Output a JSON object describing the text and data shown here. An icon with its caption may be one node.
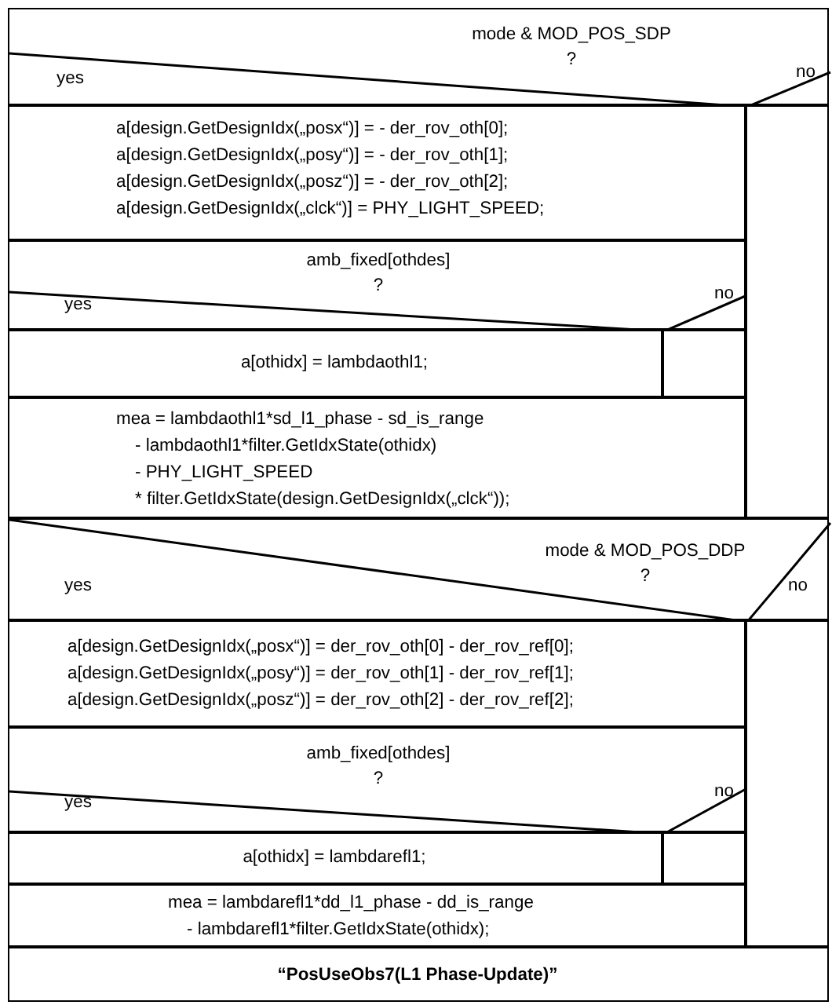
{
  "diagram": {
    "nodes": [
      {
        "text": [
          "mode & MOD_POS_SDP",
          "?",
          "yes",
          "no"
        ]
      },
      {
        "text": [
          "a[design.GetDesignIdx(„posx“)] = - der_rov_oth[0];",
          "a[design.GetDesignIdx(„posy“)] = - der_rov_oth[1];",
          "a[design.GetDesignIdx(„posz“)] = - der_rov_oth[2];",
          "a[design.GetDesignIdx(„clck“)] = PHY_LIGHT_SPEED;"
        ]
      },
      {
        "text": [
          "amb_fixed[othdes]",
          "?",
          "yes",
          "no"
        ]
      },
      {
        "text": [
          "a[othidx] = lambdaothl1;"
        ]
      },
      {
        "text": [],
        "shape": "box"
      },
      {
        "text": [
          "mea = lambdaothl1*sd_l1_phase - sd_is_range",
          "- lambdaothl1*filter.GetIdxState(othidx)",
          "- PHY_LIGHT_SPEED",
          "* filter.GetIdxState(design.GetDesignIdx(„clck“));"
        ]
      },
      {
        "text": [],
        "shape": "box"
      },
      {
        "text": [
          "mode & MOD_POS_DDP",
          "?",
          "yes",
          "no"
        ]
      },
      {
        "text": [
          "a[design.GetDesignIdx(„posx“)] = der_rov_oth[0] - der_rov_ref[0];",
          "a[design.GetDesignIdx(„posy“)] = der_rov_oth[1] - der_rov_ref[1];",
          "a[design.GetDesignIdx(„posz“)] = der_rov_oth[2] - der_rov_ref[2];"
        ]
      },
      {
        "text": [
          "amb_fixed[othdes]",
          "?",
          "yes",
          "no"
        ]
      },
      {
        "text": [
          "a[othidx] = lambdarefl1;"
        ]
      },
      {
        "text": [],
        "shape": "box"
      },
      {
        "text": [
          "mea = lambdarefl1*dd_l1_phase - dd_is_range",
          "- lambdarefl1*filter.GetIdxState(othidx);"
        ]
      },
      {
        "text": [],
        "shape": "box"
      },
      {
        "text": [
          "“PosUseObs7(L1 Phase-Update)”"
        ]
      }
    ]
  }
}
